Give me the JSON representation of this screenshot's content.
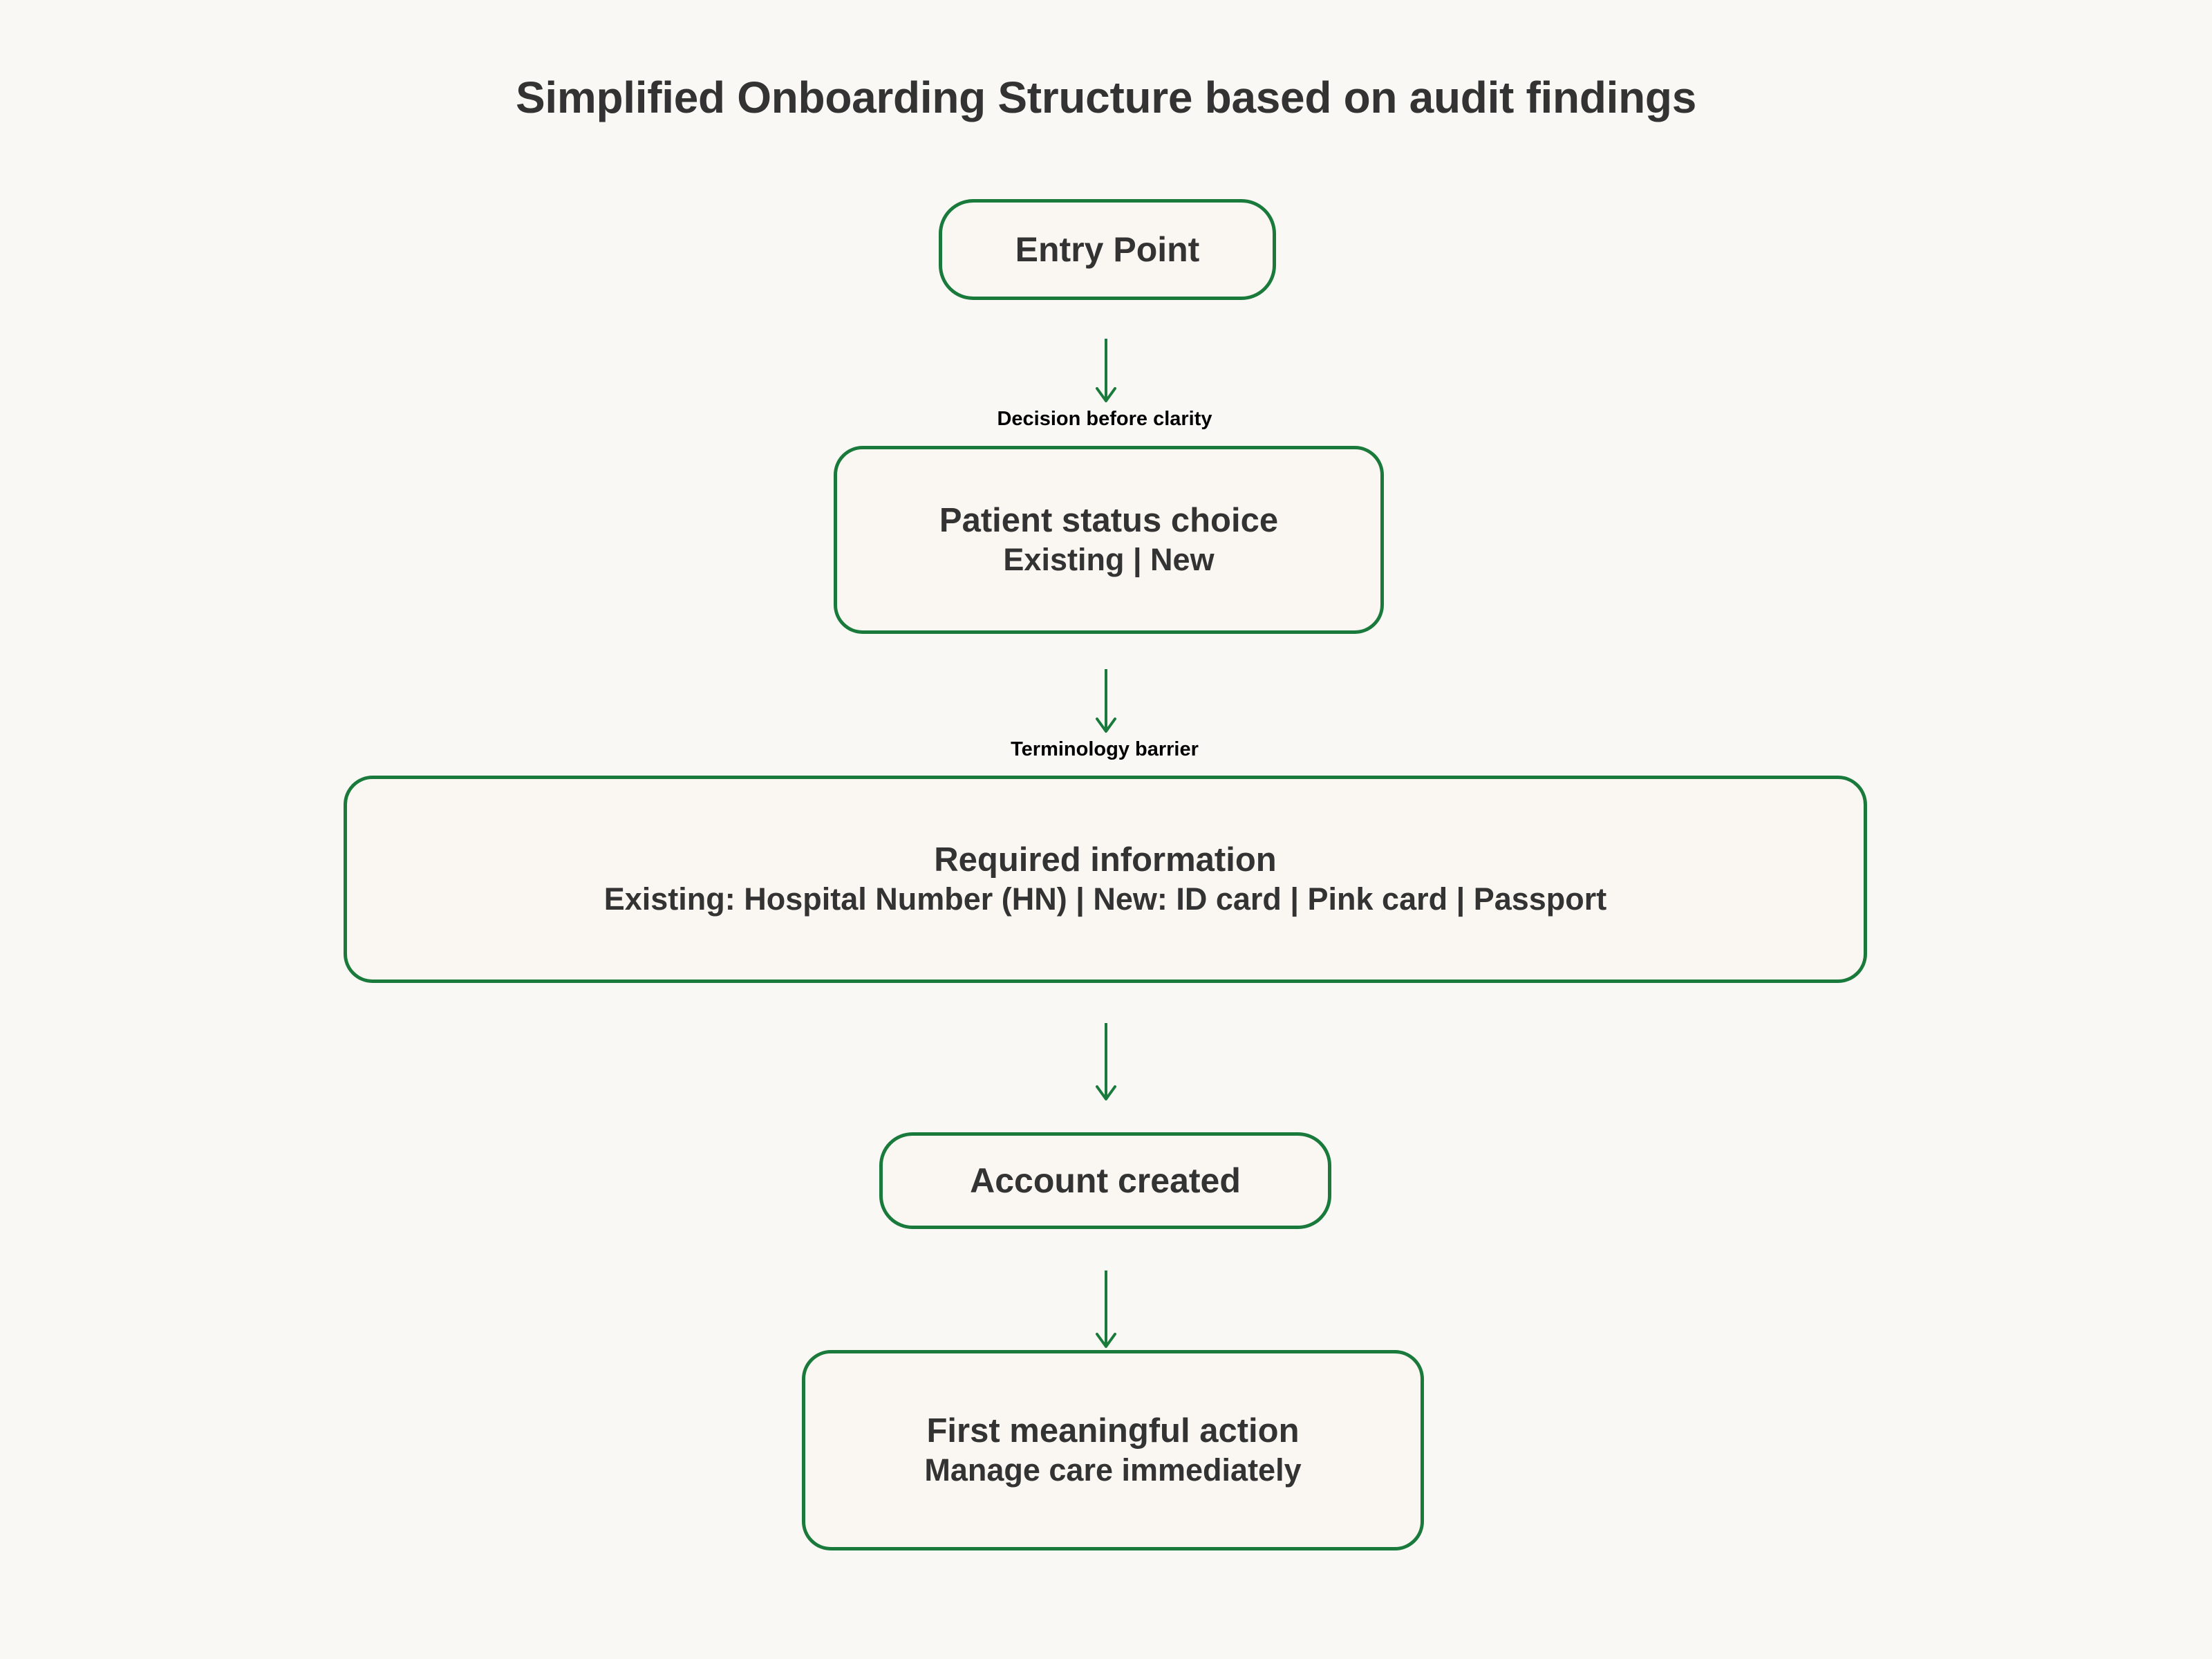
{
  "title": "Simplified Onboarding Structure based on audit findings",
  "colors": {
    "background": "#faf8f5",
    "node_fill": "#faf7f2",
    "node_border": "#1a7a3c",
    "node_text": "#333333",
    "edge_label_text": "#000000",
    "connector": "#1a7a3c"
  },
  "flow": {
    "nodes": [
      {
        "id": "entry",
        "title": "Entry Point",
        "subtitle": ""
      },
      {
        "id": "status",
        "title": "Patient status choice",
        "subtitle": "Existing | New"
      },
      {
        "id": "required",
        "title": "Required information",
        "subtitle": "Existing: Hospital Number (HN) | New: ID card | Pink card | Passport"
      },
      {
        "id": "account",
        "title": "Account created",
        "subtitle": ""
      },
      {
        "id": "action",
        "title": "First meaningful action",
        "subtitle": "Manage care immediately"
      }
    ],
    "edges": [
      {
        "id": "e1",
        "from": "entry",
        "to": "status",
        "label": "Decision before clarity"
      },
      {
        "id": "e2",
        "from": "status",
        "to": "required",
        "label": "Terminology barrier"
      },
      {
        "id": "e3",
        "from": "required",
        "to": "account",
        "label": ""
      },
      {
        "id": "e4",
        "from": "account",
        "to": "action",
        "label": ""
      }
    ]
  }
}
